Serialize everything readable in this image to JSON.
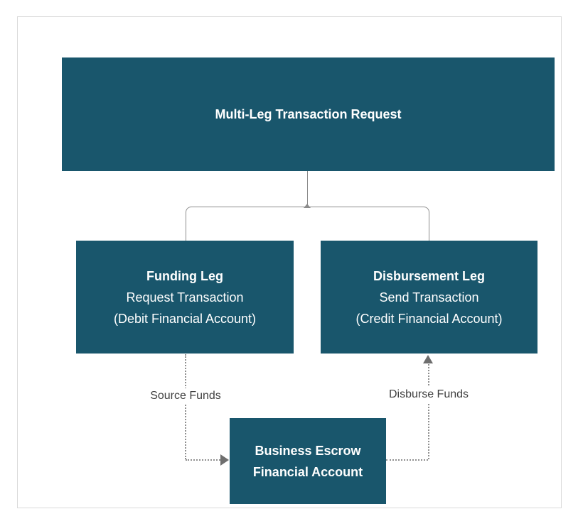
{
  "diagram": {
    "nodes": {
      "root": {
        "title": "Multi-Leg Transaction Request"
      },
      "funding_leg": {
        "title": "Funding Leg",
        "subtitle": "Request Transaction",
        "detail": "(Debit Financial Account)"
      },
      "disbursement_leg": {
        "title": "Disbursement Leg",
        "subtitle": "Send Transaction",
        "detail": "(Credit Financial Account)"
      },
      "escrow": {
        "title_line1": "Business Escrow",
        "title_line2": "Financial Account"
      }
    },
    "edge_labels": {
      "source_funds": "Source Funds",
      "disburse_funds": "Disburse Funds"
    },
    "colors": {
      "node_fill": "#19566C",
      "node_text": "#FFFFFF",
      "connector_line": "#8C8C8C",
      "dashed_line": "#8F8F8F",
      "arrowhead": "#6E6E6E",
      "edge_label_text": "#3F3F3F",
      "frame_border": "#DADADA",
      "background": "#FFFFFF"
    }
  }
}
